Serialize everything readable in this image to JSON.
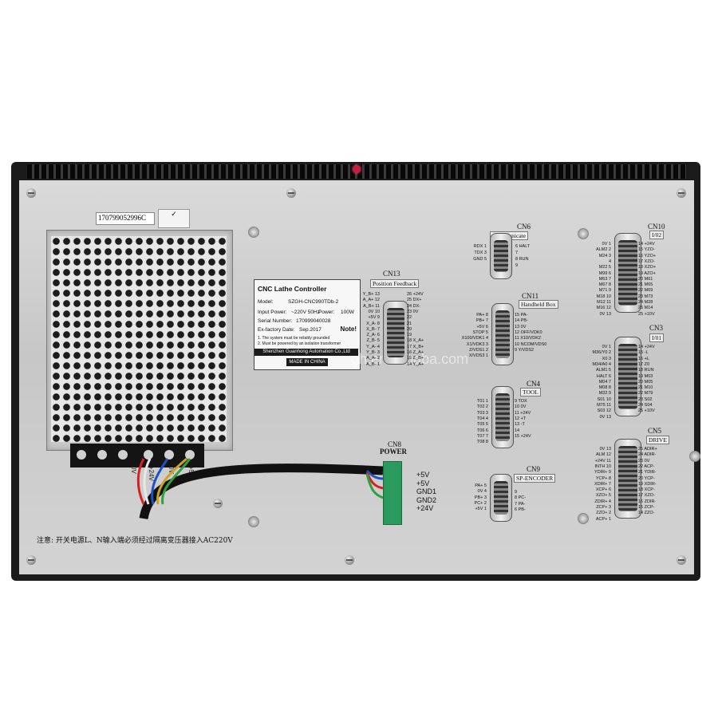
{
  "serial_sticker": "170799052996C",
  "label": {
    "title": "CNC Lathe Controller",
    "model_key": "Model:",
    "model": "SZGH-CNC990TDb-2",
    "input_key": "Input Power:",
    "input": "~220V 50Hz",
    "power_key": "Power:",
    "power": "100W",
    "serial_key": "Serial Number:",
    "serial": "170999040028",
    "date_key": "Ex-factory Date:",
    "date": "Sep.2017",
    "note": "Note!",
    "line1": "1. The system must be reliably grounded",
    "line2": "2. Must be powered by an isolation transformer",
    "maker": "Shenzhen Guanhong Automation Co.,Ltd",
    "made": "MADE IN CHINA"
  },
  "psu_terminals": [
    "0V",
    "+24V",
    "0V",
    "+5V"
  ],
  "cn13": {
    "title": "CN13",
    "sub": "Position Feedback",
    "left": [
      "Y_B+ 13",
      "A_A+ 12",
      "A_B+ 11",
      "0V 10",
      "+5V 9",
      "X_A- 8",
      "X_B- 7",
      "Z_A- 6",
      "Z_B- 5",
      "Y_A- 4",
      "Y_B- 3",
      "A_A- 2",
      "A_B- 1"
    ],
    "right": [
      "26 +24V",
      "25 DX+",
      "24 DX-",
      "23 0V",
      "22",
      "21",
      "20",
      "19",
      "18 X_A+",
      "17 X_B+",
      "16 Z_A+",
      "15 Z_B+",
      "14 Y_A+"
    ]
  },
  "cn6": {
    "title": "CN6",
    "sub": "Communicate",
    "left": [
      "RDX 1",
      "TDX 3",
      "GND 5"
    ],
    "right": [
      "6 HALT",
      "7",
      "8 RUN",
      "9"
    ]
  },
  "cn11": {
    "title": "CN11",
    "sub": "Handheld Box",
    "left": [
      "PA+ 8",
      "PB+ 7",
      "+5V 6",
      "STOP 5",
      "X100/VDK1 4",
      "X1/VDK3 3",
      "Z/VDS1 2",
      "X/VDS3 1"
    ],
    "right": [
      "15 PA-",
      "14 PB-",
      "13 0V",
      "12 OFF/VDK0",
      "11 X10/VDK2",
      "10 NCOM/VDS0",
      "9 Y/VDS2"
    ]
  },
  "cn4": {
    "title": "CN4",
    "sub": "TOOL",
    "left": [
      "T01 1",
      "T02 2",
      "T03 3",
      "T04 4",
      "T05 5",
      "T06 6",
      "T07 7",
      "T08 8"
    ],
    "right": [
      "9 TOX",
      "10 0V",
      "11 +24V",
      "12 +T",
      "13 -T",
      "14",
      "15 +24V"
    ]
  },
  "cn9": {
    "title": "CN9",
    "sub": "SP-ENCODER",
    "left": [
      "PA+ 5",
      "0V 4",
      "PB+ 3",
      "PC+ 2",
      "+5V 1"
    ],
    "right": [
      "9",
      "8 PC-",
      "7 PA-",
      "6 PB-"
    ]
  },
  "cn10": {
    "title": "CN10",
    "sub": "I/02",
    "left": [
      "0V 1",
      "ALM2 2",
      "M24 3",
      "4",
      "M22 5",
      "M99 6",
      "M63 7",
      "M67 8",
      "M71 9",
      "M18 10",
      "M12 11",
      "M16 12",
      "0V 13"
    ],
    "right": [
      "14 +24V",
      "15 YZO-",
      "16 YZO+",
      "17 XZO-",
      "18 XZO+",
      "19 AZO+",
      "20 M61",
      "21 M65",
      "22 M69",
      "23 M73",
      "24 M28",
      "25 M14",
      "25 +10V"
    ]
  },
  "cn3": {
    "title": "CN3",
    "sub": "I/01",
    "left": [
      "0V 1",
      "M36/Y0 2",
      "X0 3",
      "M34/A0 4",
      "ALM1 5",
      "HALT 6",
      "M04 7",
      "M08 8",
      "M32 9",
      "S01 10",
      "M75 11",
      "S03 12",
      "0V 13"
    ],
    "right": [
      "14 +24V",
      "15 -L",
      "16 +L",
      "17 Z0",
      "18 RUN",
      "19 M03",
      "20 M05",
      "21 M10",
      "22 M79",
      "23 S02",
      "24 S04",
      "25 +10V"
    ]
  },
  "cn5": {
    "title": "CN5",
    "sub": "DRIVE",
    "left": [
      "0V 13",
      "ALM 12",
      "+24V 11",
      "INTH 10",
      "YDIR+ 9",
      "YCP+ 8",
      "XDIR+ 7",
      "XCP+ 6",
      "XZO+ 5",
      "ZDIR+ 4",
      "ZCP+ 3",
      "ZZO+ 2",
      "ACP+ 1"
    ],
    "right": [
      "25 ADIR+",
      "24 ADIR-",
      "23 0V",
      "22 ACP-",
      "21 YDIR-",
      "20 YCP-",
      "19 XDIR-",
      "18 XCP-",
      "17 XZO-",
      "16 ZDIR-",
      "15 ZCP-",
      "14 ZZO-"
    ]
  },
  "cn8": {
    "title": "CN8",
    "sub": "POWER",
    "pins": [
      "+5V",
      "+5V",
      "GND1",
      "GND2",
      "+24V"
    ]
  },
  "warning": "注意: 开关电源L、N输入端必须经过隔离变压器接入AC220V",
  "watermark": "gh.en.alibaba.com"
}
